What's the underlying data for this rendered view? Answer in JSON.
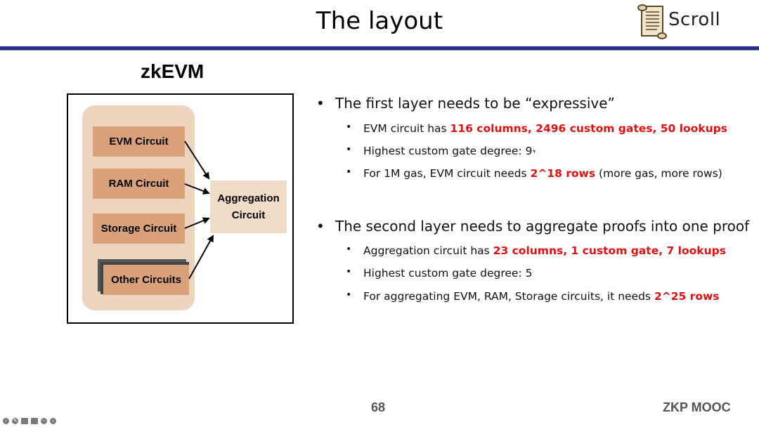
{
  "slide": {
    "title": "The layout",
    "logo_text": "Scroll",
    "page_number": "68",
    "footer_brand": "ZKP MOOC"
  },
  "diagram": {
    "title": "zkEVM",
    "circuits": [
      "EVM Circuit",
      "RAM Circuit",
      "Storage Circuit",
      "Other Circuits"
    ],
    "aggregation_line1": "Aggregation",
    "aggregation_line2": "Circuit",
    "colors": {
      "circuit": "#d8a17a",
      "group": "#ecd5bf",
      "aggregation": "#f0dcc7"
    }
  },
  "bullets": {
    "first": {
      "text": "The first layer needs to be “expressive”",
      "items": [
        {
          "pre": "EVM circuit has ",
          "highlight": "116 columns, 2496 custom gates, 50 lookups",
          "post": ""
        },
        {
          "pre": "Highest custom gate degree: 9",
          "highlight": "",
          "post": ""
        },
        {
          "pre": "For 1M gas, EVM circuit needs ",
          "highlight": "2^18 rows",
          "post": " (more gas, more rows)"
        }
      ]
    },
    "second": {
      "text": "The second layer needs to aggregate proofs into one proof",
      "items": [
        {
          "pre": "Aggregation circuit has ",
          "highlight": "23 columns, 1 custom gate, 7 lookups",
          "post": ""
        },
        {
          "pre": "Highest custom gate degree: 5",
          "highlight": "",
          "post": ""
        },
        {
          "pre": "For aggregating EVM, RAM, Storage circuits, it needs ",
          "highlight": "2^25 rows",
          "post": ""
        }
      ]
    },
    "bullet_char": "•"
  },
  "colors": {
    "accent": "#1f2f86",
    "highlight": "#e01010"
  },
  "player_controls": [
    "back-icon",
    "pen-icon",
    "captions-icon",
    "screen-icon",
    "more-icon",
    "forward-icon"
  ]
}
